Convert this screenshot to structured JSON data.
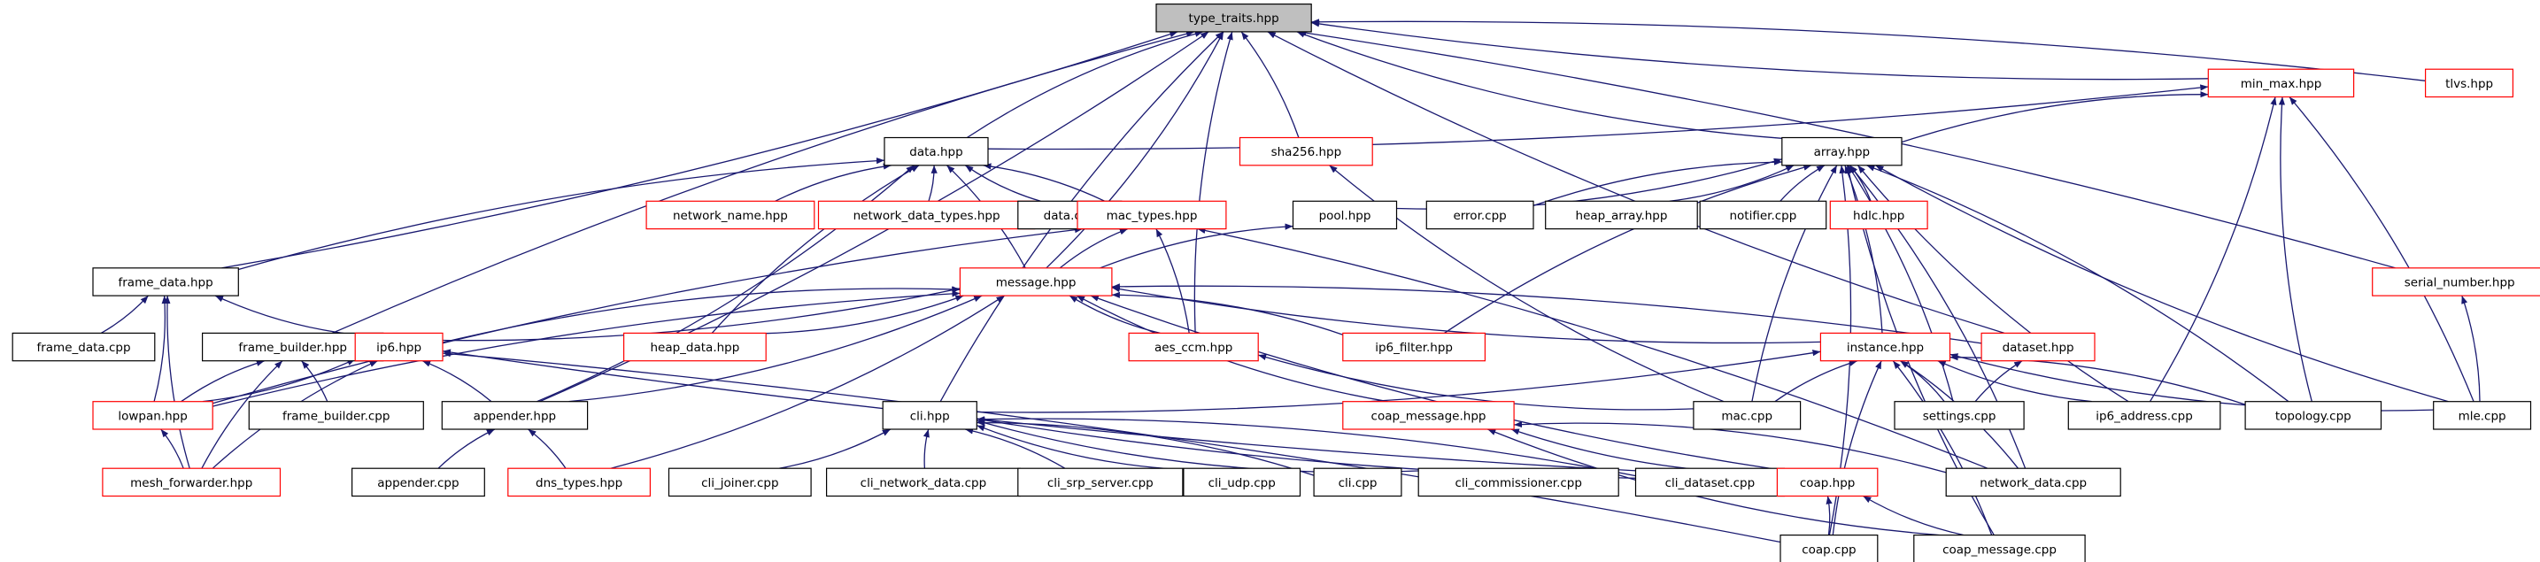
{
  "colors": {
    "edge": "#191970",
    "focus_fill": "#bfbfbf",
    "focus_border": "#000000",
    "normal_border": "#000000",
    "link_border": "#ff0000",
    "node_fill": "#ffffff",
    "text": "#000000"
  },
  "nodes": [
    {
      "id": "type_traits_hpp",
      "label": "type_traits.hpp",
      "style": "focus"
    },
    {
      "id": "min_max_hpp",
      "label": "min_max.hpp",
      "style": "link"
    },
    {
      "id": "tlvs_hpp",
      "label": "tlvs.hpp",
      "style": "link"
    },
    {
      "id": "data_hpp",
      "label": "data.hpp",
      "style": "normal"
    },
    {
      "id": "sha256_hpp",
      "label": "sha256.hpp",
      "style": "link"
    },
    {
      "id": "array_hpp",
      "label": "array.hpp",
      "style": "normal"
    },
    {
      "id": "network_name_hpp",
      "label": "network_name.hpp",
      "style": "link"
    },
    {
      "id": "network_data_types_hpp",
      "label": "network_data_types.hpp",
      "style": "link"
    },
    {
      "id": "data_cpp",
      "label": "data.cpp",
      "style": "normal"
    },
    {
      "id": "mac_types_hpp",
      "label": "mac_types.hpp",
      "style": "link"
    },
    {
      "id": "pool_hpp",
      "label": "pool.hpp",
      "style": "normal"
    },
    {
      "id": "error_cpp",
      "label": "error.cpp",
      "style": "normal"
    },
    {
      "id": "heap_array_hpp",
      "label": "heap_array.hpp",
      "style": "normal"
    },
    {
      "id": "notifier_cpp",
      "label": "notifier.cpp",
      "style": "normal"
    },
    {
      "id": "hdlc_hpp",
      "label": "hdlc.hpp",
      "style": "link"
    },
    {
      "id": "frame_data_hpp",
      "label": "frame_data.hpp",
      "style": "normal"
    },
    {
      "id": "message_hpp",
      "label": "message.hpp",
      "style": "link"
    },
    {
      "id": "serial_number_hpp",
      "label": "serial_number.hpp",
      "style": "link"
    },
    {
      "id": "frame_data_cpp",
      "label": "frame_data.cpp",
      "style": "normal"
    },
    {
      "id": "frame_builder_hpp",
      "label": "frame_builder.hpp",
      "style": "normal"
    },
    {
      "id": "ip6_hpp",
      "label": "ip6.hpp",
      "style": "link"
    },
    {
      "id": "heap_data_hpp",
      "label": "heap_data.hpp",
      "style": "link"
    },
    {
      "id": "aes_ccm_hpp",
      "label": "aes_ccm.hpp",
      "style": "link"
    },
    {
      "id": "ip6_filter_hpp",
      "label": "ip6_filter.hpp",
      "style": "link"
    },
    {
      "id": "instance_hpp",
      "label": "instance.hpp",
      "style": "link"
    },
    {
      "id": "dataset_hpp",
      "label": "dataset.hpp",
      "style": "link"
    },
    {
      "id": "lowpan_hpp",
      "label": "lowpan.hpp",
      "style": "link"
    },
    {
      "id": "frame_builder_cpp",
      "label": "frame_builder.cpp",
      "style": "normal"
    },
    {
      "id": "appender_hpp",
      "label": "appender.hpp",
      "style": "normal"
    },
    {
      "id": "coap_message_hpp",
      "label": "coap_message.hpp",
      "style": "link"
    },
    {
      "id": "mac_cpp",
      "label": "mac.cpp",
      "style": "normal"
    },
    {
      "id": "settings_cpp",
      "label": "settings.cpp",
      "style": "normal"
    },
    {
      "id": "ip6_address_cpp",
      "label": "ip6_address.cpp",
      "style": "normal"
    },
    {
      "id": "topology_cpp",
      "label": "topology.cpp",
      "style": "normal"
    },
    {
      "id": "mle_cpp",
      "label": "mle.cpp",
      "style": "normal"
    },
    {
      "id": "cli_hpp",
      "label": "cli.hpp",
      "style": "normal"
    },
    {
      "id": "mesh_forwarder_hpp",
      "label": "mesh_forwarder.hpp",
      "style": "link"
    },
    {
      "id": "appender_cpp",
      "label": "appender.cpp",
      "style": "normal"
    },
    {
      "id": "dns_types_hpp",
      "label": "dns_types.hpp",
      "style": "link"
    },
    {
      "id": "cli_joiner_cpp",
      "label": "cli_joiner.cpp",
      "style": "normal"
    },
    {
      "id": "cli_network_data_cpp",
      "label": "cli_network_data.cpp",
      "style": "normal"
    },
    {
      "id": "cli_srp_server_cpp",
      "label": "cli_srp_server.cpp",
      "style": "normal"
    },
    {
      "id": "cli_udp_cpp",
      "label": "cli_udp.cpp",
      "style": "normal"
    },
    {
      "id": "cli_cpp",
      "label": "cli.cpp",
      "style": "normal"
    },
    {
      "id": "cli_commissioner_cpp",
      "label": "cli_commissioner.cpp",
      "style": "normal"
    },
    {
      "id": "cli_dataset_cpp",
      "label": "cli_dataset.cpp",
      "style": "normal"
    },
    {
      "id": "coap_hpp",
      "label": "coap.hpp",
      "style": "link"
    },
    {
      "id": "network_data_cpp",
      "label": "network_data.cpp",
      "style": "normal"
    },
    {
      "id": "coap_cpp",
      "label": "coap.cpp",
      "style": "normal"
    },
    {
      "id": "coap_message_cpp",
      "label": "coap_message.cpp",
      "style": "normal"
    }
  ],
  "edges": [
    [
      "min_max_hpp",
      "type_traits_hpp"
    ],
    [
      "tlvs_hpp",
      "type_traits_hpp"
    ],
    [
      "data_hpp",
      "type_traits_hpp"
    ],
    [
      "sha256_hpp",
      "type_traits_hpp"
    ],
    [
      "array_hpp",
      "type_traits_hpp"
    ],
    [
      "frame_data_hpp",
      "type_traits_hpp"
    ],
    [
      "frame_builder_hpp",
      "type_traits_hpp"
    ],
    [
      "message_hpp",
      "type_traits_hpp"
    ],
    [
      "aes_ccm_hpp",
      "type_traits_hpp"
    ],
    [
      "appender_hpp",
      "type_traits_hpp"
    ],
    [
      "cli_hpp",
      "type_traits_hpp"
    ],
    [
      "serial_number_hpp",
      "type_traits_hpp"
    ],
    [
      "dataset_hpp",
      "type_traits_hpp"
    ],
    [
      "data_hpp",
      "min_max_hpp"
    ],
    [
      "array_hpp",
      "min_max_hpp"
    ],
    [
      "ip6_address_cpp",
      "min_max_hpp"
    ],
    [
      "topology_cpp",
      "min_max_hpp"
    ],
    [
      "mle_cpp",
      "min_max_hpp"
    ],
    [
      "network_name_hpp",
      "data_hpp"
    ],
    [
      "network_data_types_hpp",
      "data_hpp"
    ],
    [
      "data_cpp",
      "data_hpp"
    ],
    [
      "mac_types_hpp",
      "data_hpp"
    ],
    [
      "frame_data_hpp",
      "data_hpp"
    ],
    [
      "message_hpp",
      "data_hpp"
    ],
    [
      "heap_data_hpp",
      "data_hpp"
    ],
    [
      "appender_hpp",
      "data_hpp"
    ],
    [
      "mac_cpp",
      "sha256_hpp"
    ],
    [
      "pool_hpp",
      "array_hpp"
    ],
    [
      "error_cpp",
      "array_hpp"
    ],
    [
      "heap_array_hpp",
      "array_hpp"
    ],
    [
      "notifier_cpp",
      "array_hpp"
    ],
    [
      "hdlc_hpp",
      "array_hpp"
    ],
    [
      "ip6_filter_hpp",
      "array_hpp"
    ],
    [
      "instance_hpp",
      "array_hpp"
    ],
    [
      "mac_cpp",
      "array_hpp"
    ],
    [
      "settings_cpp",
      "array_hpp"
    ],
    [
      "ip6_address_cpp",
      "array_hpp"
    ],
    [
      "topology_cpp",
      "array_hpp"
    ],
    [
      "mle_cpp",
      "array_hpp"
    ],
    [
      "network_data_cpp",
      "array_hpp"
    ],
    [
      "coap_message_cpp",
      "array_hpp"
    ],
    [
      "coap_cpp",
      "array_hpp"
    ],
    [
      "message_hpp",
      "mac_types_hpp"
    ],
    [
      "aes_ccm_hpp",
      "mac_types_hpp"
    ],
    [
      "lowpan_hpp",
      "mac_types_hpp"
    ],
    [
      "network_data_cpp",
      "mac_types_hpp"
    ],
    [
      "message_hpp",
      "pool_hpp"
    ],
    [
      "frame_data_cpp",
      "frame_data_hpp"
    ],
    [
      "ip6_hpp",
      "frame_data_hpp"
    ],
    [
      "lowpan_hpp",
      "frame_data_hpp"
    ],
    [
      "mesh_forwarder_hpp",
      "frame_data_hpp"
    ],
    [
      "frame_builder_hpp",
      "message_hpp"
    ],
    [
      "ip6_hpp",
      "message_hpp"
    ],
    [
      "heap_data_hpp",
      "message_hpp"
    ],
    [
      "aes_ccm_hpp",
      "message_hpp"
    ],
    [
      "ip6_filter_hpp",
      "message_hpp"
    ],
    [
      "instance_hpp",
      "message_hpp"
    ],
    [
      "dataset_hpp",
      "message_hpp"
    ],
    [
      "lowpan_hpp",
      "message_hpp"
    ],
    [
      "appender_hpp",
      "message_hpp"
    ],
    [
      "coap_message_hpp",
      "message_hpp"
    ],
    [
      "dns_types_hpp",
      "message_hpp"
    ],
    [
      "coap_hpp",
      "message_hpp"
    ],
    [
      "mle_cpp",
      "serial_number_hpp"
    ],
    [
      "lowpan_hpp",
      "frame_builder_hpp"
    ],
    [
      "frame_builder_cpp",
      "frame_builder_hpp"
    ],
    [
      "mesh_forwarder_hpp",
      "frame_builder_hpp"
    ],
    [
      "lowpan_hpp",
      "ip6_hpp"
    ],
    [
      "mesh_forwarder_hpp",
      "ip6_hpp"
    ],
    [
      "appender_hpp",
      "ip6_hpp"
    ],
    [
      "coap_hpp",
      "ip6_hpp"
    ],
    [
      "coap_cpp",
      "ip6_hpp"
    ],
    [
      "mac_cpp",
      "aes_ccm_hpp"
    ],
    [
      "cli_hpp",
      "instance_hpp"
    ],
    [
      "mac_cpp",
      "instance_hpp"
    ],
    [
      "settings_cpp",
      "instance_hpp"
    ],
    [
      "ip6_address_cpp",
      "instance_hpp"
    ],
    [
      "topology_cpp",
      "instance_hpp"
    ],
    [
      "mle_cpp",
      "instance_hpp"
    ],
    [
      "network_data_cpp",
      "instance_hpp"
    ],
    [
      "coap_cpp",
      "instance_hpp"
    ],
    [
      "coap_message_cpp",
      "instance_hpp"
    ],
    [
      "settings_cpp",
      "dataset_hpp"
    ],
    [
      "mesh_forwarder_hpp",
      "lowpan_hpp"
    ],
    [
      "appender_cpp",
      "appender_hpp"
    ],
    [
      "dns_types_hpp",
      "appender_hpp"
    ],
    [
      "coap_hpp",
      "coap_message_hpp"
    ],
    [
      "network_data_cpp",
      "coap_message_hpp"
    ],
    [
      "coap_message_cpp",
      "coap_message_hpp"
    ],
    [
      "cli_joiner_cpp",
      "cli_hpp"
    ],
    [
      "cli_network_data_cpp",
      "cli_hpp"
    ],
    [
      "cli_srp_server_cpp",
      "cli_hpp"
    ],
    [
      "cli_udp_cpp",
      "cli_hpp"
    ],
    [
      "cli_cpp",
      "cli_hpp"
    ],
    [
      "cli_commissioner_cpp",
      "cli_hpp"
    ],
    [
      "cli_dataset_cpp",
      "cli_hpp"
    ],
    [
      "coap_hpp",
      "cli_hpp"
    ],
    [
      "coap_cpp",
      "coap_hpp"
    ],
    [
      "coap_message_cpp",
      "coap_hpp"
    ]
  ]
}
